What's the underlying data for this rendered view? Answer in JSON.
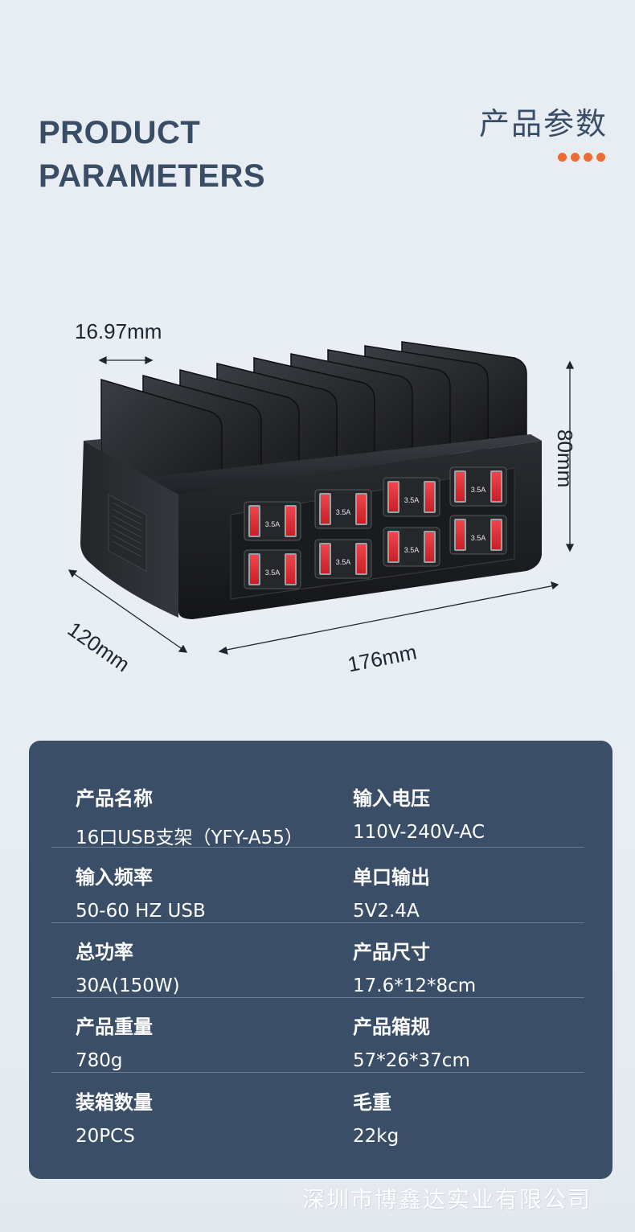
{
  "header": {
    "title_en_line1": "PRODUCT",
    "title_en_line2": "PARAMETERS",
    "title_cn": "产品参数",
    "accent_color": "#ee6a2f"
  },
  "dimensions": {
    "slot_spacing": "16.97mm",
    "height": "80mm",
    "depth": "120mm",
    "width": "176mm"
  },
  "product_image": {
    "port_label": "3.5A",
    "port_color": "#e4323a"
  },
  "specs": [
    {
      "left": {
        "label": "产品名称",
        "value": "16口USB支架（YFY-A55）"
      },
      "right": {
        "label": "输入电压",
        "value": "110V-240V-AC"
      }
    },
    {
      "left": {
        "label": "输入频率",
        "value": "50-60 HZ USB"
      },
      "right": {
        "label": "单口输出",
        "value": "5V2.4A"
      }
    },
    {
      "left": {
        "label": "总功率",
        "value": "30A(150W)"
      },
      "right": {
        "label": "产品尺寸",
        "value": "17.6*12*8cm"
      }
    },
    {
      "left": {
        "label": "产品重量",
        "value": "780g"
      },
      "right": {
        "label": "产品箱规",
        "value": "57*26*37cm"
      }
    },
    {
      "left": {
        "label": "装箱数量",
        "value": "20PCS"
      },
      "right": {
        "label": "毛重",
        "value": "22kg"
      }
    }
  ],
  "footer": {
    "watermark": "深圳市博鑫达实业有限公司"
  }
}
